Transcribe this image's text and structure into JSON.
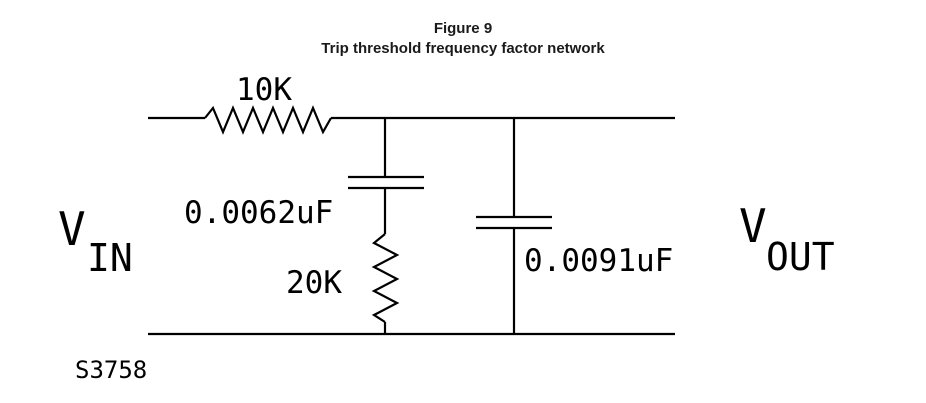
{
  "figure": {
    "number": "Figure 9",
    "title": "Trip threshold frequency factor network"
  },
  "labels": {
    "r1": "10K",
    "c1": "0.0062uF",
    "r2": "20K",
    "c2": "0.0091uF",
    "vin_main": "V",
    "vin_sub": "IN",
    "vout_main": "V",
    "vout_sub": "OUT",
    "figure_code": "S3758"
  }
}
